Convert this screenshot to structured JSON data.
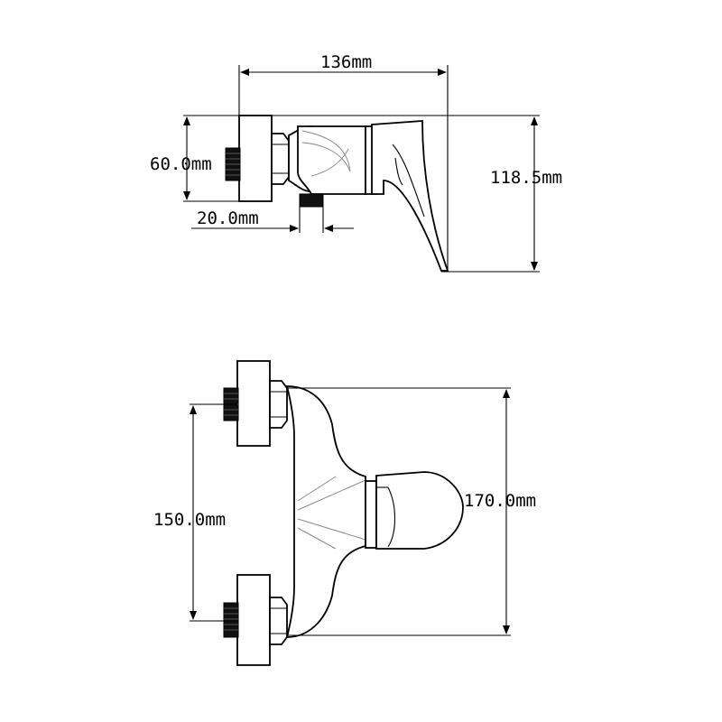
{
  "side_view": {
    "dim_width": "136mm",
    "dim_depth": "60.0mm",
    "dim_offset": "20.0mm",
    "dim_height": "118.5mm"
  },
  "front_view": {
    "dim_spacing": "150.0mm",
    "dim_length": "170.0mm"
  }
}
